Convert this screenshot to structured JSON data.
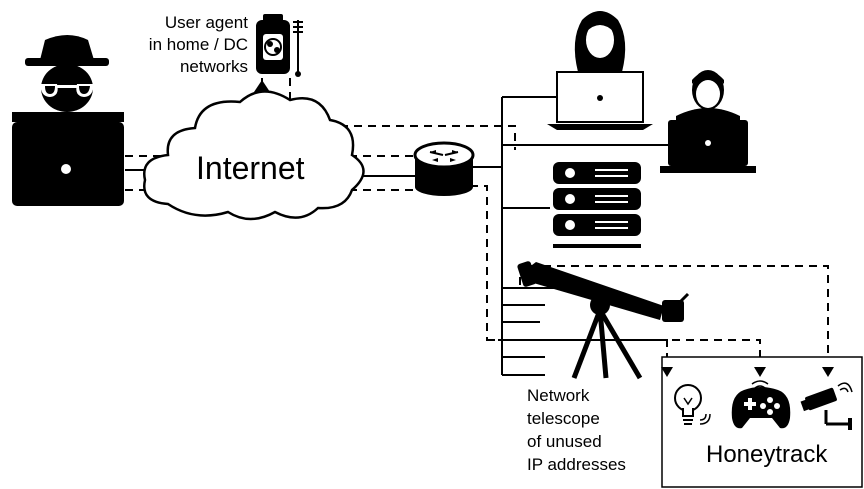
{
  "colors": {
    "ink": "#000000",
    "paper": "#ffffff"
  },
  "labels": {
    "user_agent": [
      "User agent",
      "in home / DC",
      "networks"
    ],
    "internet": "Internet",
    "network_telescope": [
      "Network",
      "telescope",
      "of unused",
      "IP addresses"
    ],
    "honeytrack": "Honeytrack"
  },
  "icons": [
    "hacker-icon",
    "attacker-laptop-icon",
    "cloud-icon",
    "router-icon",
    "user-agent-device-icon",
    "woman-user-icon",
    "woman-laptop-icon",
    "man-user-icon",
    "man-laptop-icon",
    "server-icon",
    "telescope-icon",
    "lightbulb-icon",
    "gamepad-icon",
    "security-camera-icon"
  ]
}
